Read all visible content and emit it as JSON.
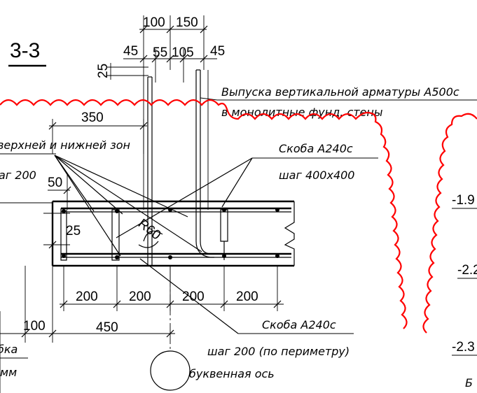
{
  "section_title": "3-3",
  "dims": {
    "top_100": "100",
    "top_150": "150",
    "d45_left": "45",
    "d55": "55",
    "d105": "105",
    "d45_right": "45",
    "d25_top": "25",
    "d350": "350",
    "d50": "50",
    "d25_left": "25",
    "r60": "R60",
    "b200_1": "200",
    "b200_2": "200",
    "b200_3": "200",
    "b200_4": "200",
    "d100": "100",
    "d450": "450"
  },
  "notes": {
    "vertical_rebar_1": "Выпуска вертикальной арматуры А500с",
    "vertical_rebar_2": "в монолитные фунд. стены",
    "zones_partial": "верхней и нижней зон",
    "step_partial": "аг 200",
    "bracket_top": "Скоба А240с",
    "bracket_top_step": "шаг 400х400",
    "bracket_bottom": "Скоба А240с",
    "bracket_bottom_step": "шаг 200 (по периметру)",
    "axis_label": "буквенная ось",
    "left_partial_1": "бка",
    "left_partial_2": "мм"
  },
  "levels": {
    "l1": "-1.9",
    "l2": "-2.2",
    "l3": "-2.3",
    "bottom_partial": "Б"
  },
  "colors": {
    "line": "#000000",
    "revision_cloud": "#ff0000"
  }
}
